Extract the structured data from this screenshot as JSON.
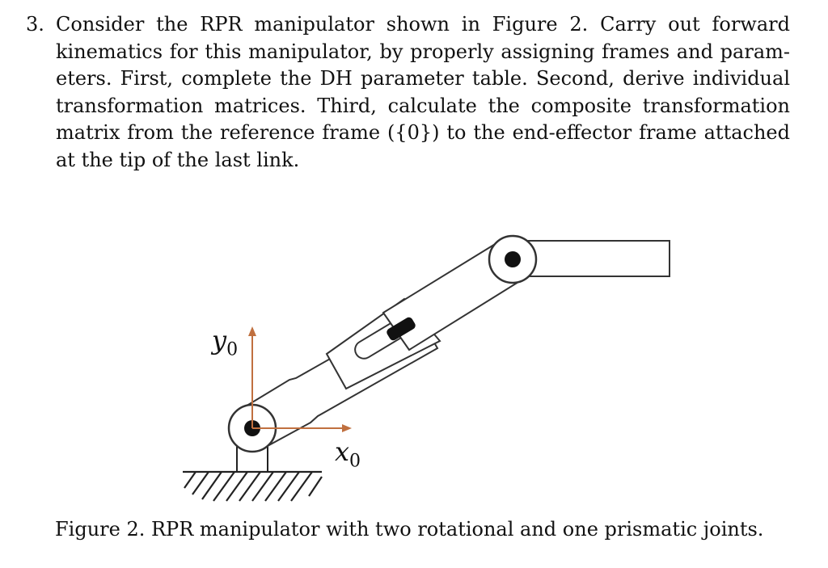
{
  "problem": {
    "number": "3.",
    "lines": [
      "Consider the RPR manipulator shown in Figure 2. Carry out forward",
      "kinematics for this manipulator, by properly assigning frames and param-",
      "eters. First, complete the DH parameter table. Second, derive individual",
      "transformation matrices. Third, calculate the composite transformation",
      "matrix from the reference frame ({0}) to the end-effector frame attached",
      "at the tip of the last link."
    ]
  },
  "figure": {
    "y_axis_label": "y",
    "y_axis_subscript": "0",
    "x_axis_label": "x",
    "x_axis_subscript": "0",
    "axis_color": "#c0703f",
    "caption": "Figure 2. RPR manipulator with two rotational and one prismatic joints."
  }
}
